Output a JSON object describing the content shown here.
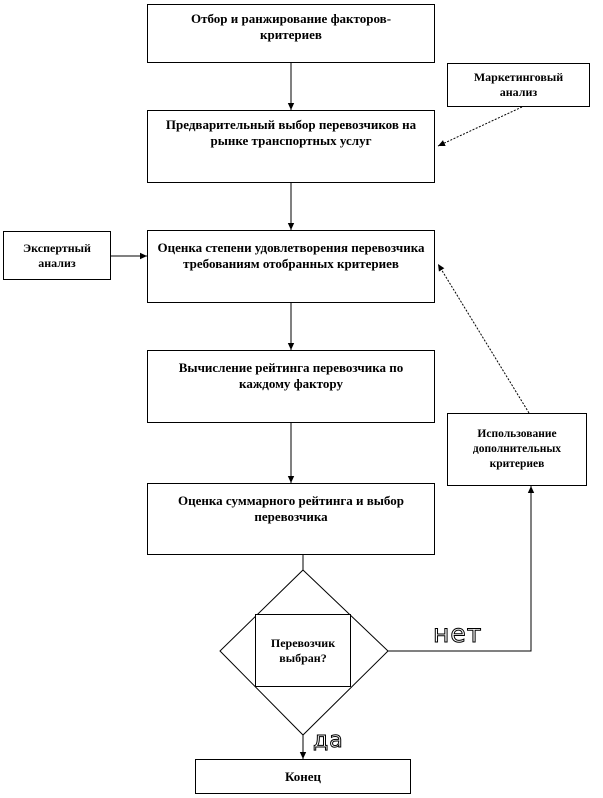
{
  "nodes": {
    "select_factors": "Отбор и ранжирование факторов-критериев",
    "marketing_analysis": "Маркетинговый анализ",
    "preliminary_selection": "Предварительный выбор перевозчиков на рынке транспортных услуг",
    "expert_analysis": "Экспертный анализ",
    "assess_satisfaction": "Оценка степени удовлетворения перевозчика требованиям отобранных критериев",
    "calc_rating": "Вычисление рейтинга перевозчика по каждому фактору",
    "additional_criteria": "Использование дополнительных критериев",
    "total_rating": "Оценка суммарного рейтинга и выбор перевозчика",
    "decision": "Перевозчик выбран?",
    "end": "Конец"
  },
  "edges": {
    "no_label": "нет",
    "yes_label": "да"
  }
}
